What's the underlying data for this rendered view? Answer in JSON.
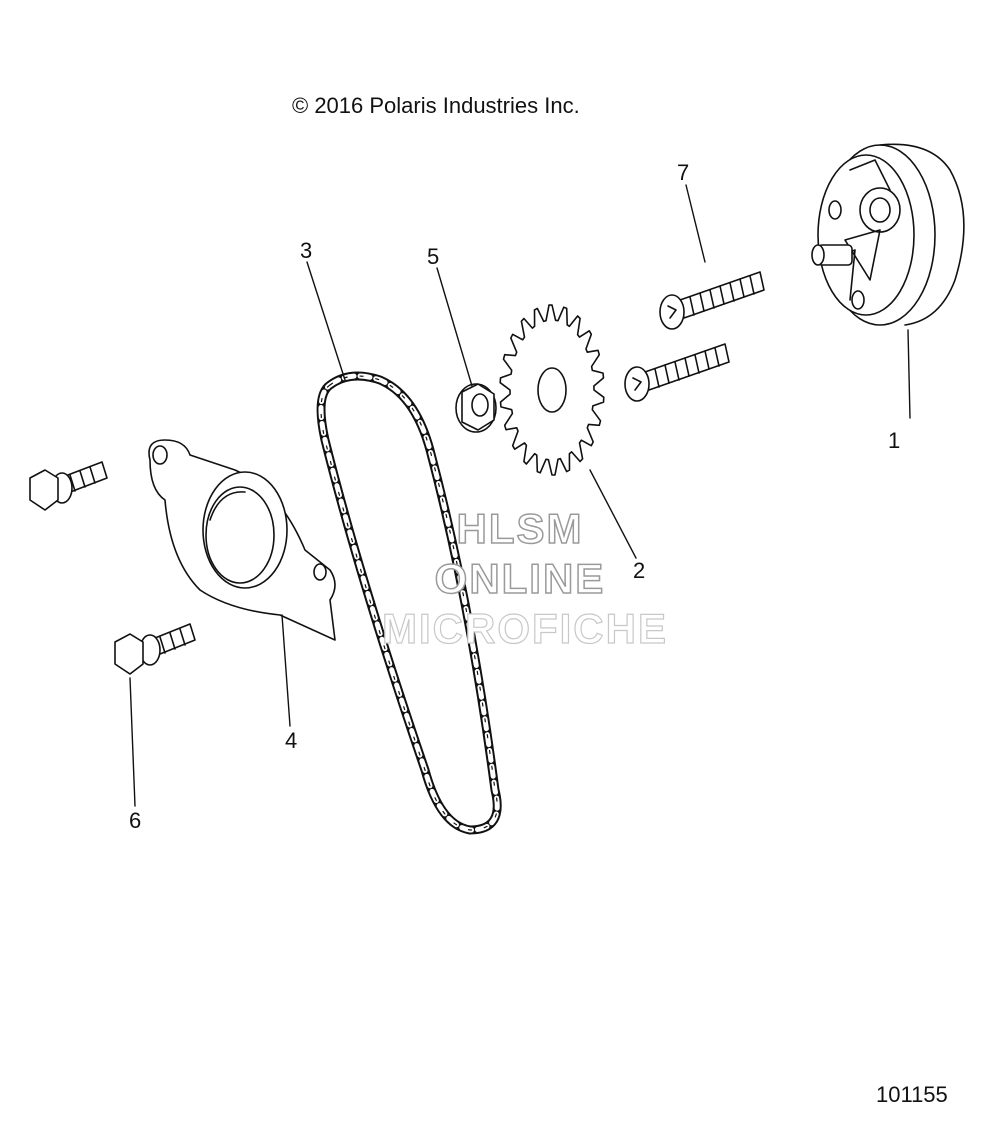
{
  "copyright": "© 2016 Polaris Industries Inc.",
  "drawing_number": "101155",
  "callouts": [
    "1",
    "2",
    "3",
    "4",
    "5",
    "6",
    "7"
  ],
  "watermark": {
    "line1": "HLSM",
    "line2": "ONLINE",
    "line3": "MICROFICHE"
  },
  "parts": [
    {
      "ref": "1",
      "icon": "oil-pump-icon"
    },
    {
      "ref": "2",
      "icon": "sprocket-icon"
    },
    {
      "ref": "3",
      "icon": "chain-icon"
    },
    {
      "ref": "4",
      "icon": "gasket-plate-icon"
    },
    {
      "ref": "5",
      "icon": "flange-nut-icon"
    },
    {
      "ref": "6",
      "icon": "flange-bolt-icon"
    },
    {
      "ref": "7",
      "icon": "torx-screw-icon"
    }
  ]
}
